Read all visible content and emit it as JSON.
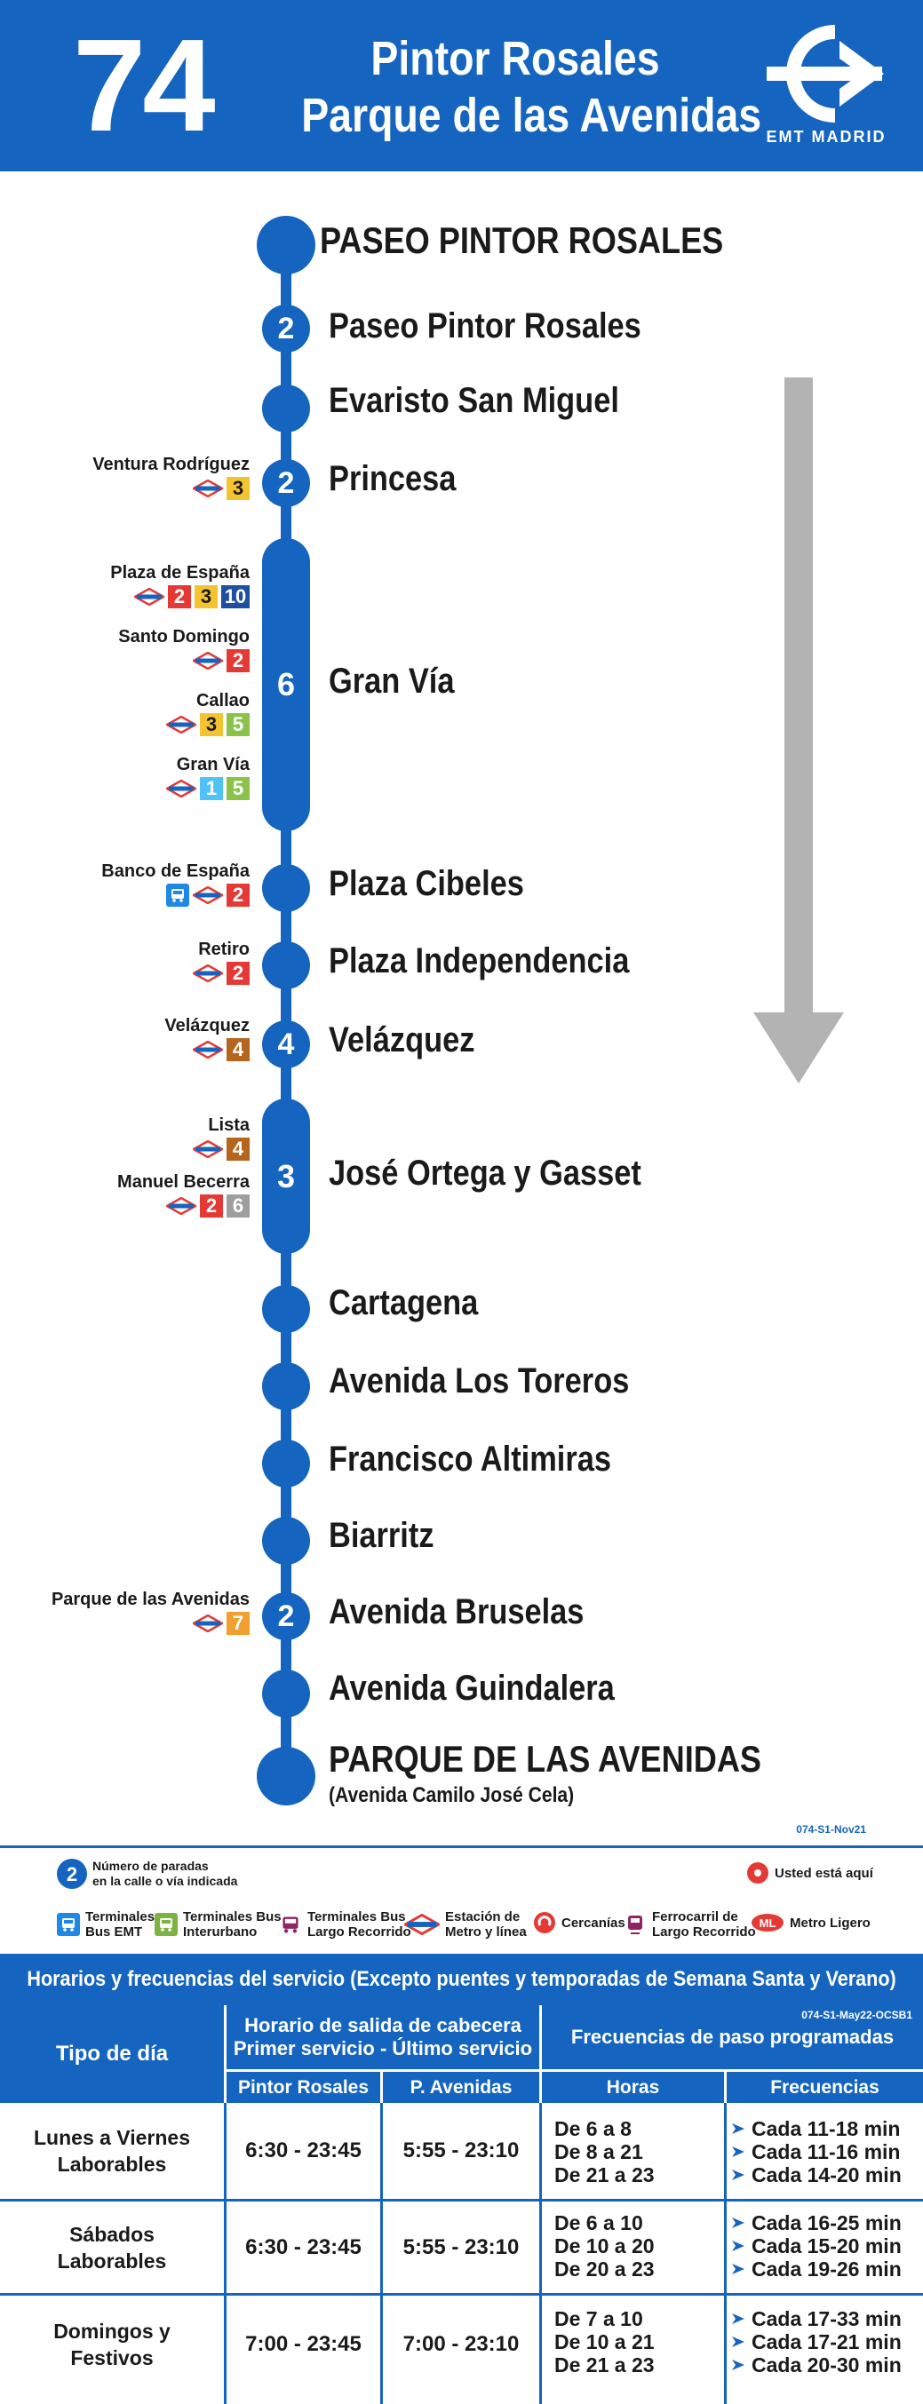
{
  "header": {
    "number": "74",
    "title_line1": "Pintor Rosales",
    "title_line2": "Parque de las Avenidas",
    "logo_text": "EMT MADRID"
  },
  "colors": {
    "brand_blue": "#1565c0",
    "arrow_gray": "#b3b3b3",
    "line1": "#e53935",
    "line2": "#e53935",
    "line3": "#f4c430",
    "line4": "#b5651d",
    "line5": "#8bc34a",
    "line6": "#9e9e9e",
    "line7": "#f0a030",
    "line10": "#1e4fa0",
    "line1_cyan": "#4fc3f7"
  },
  "route": {
    "start": "PASEO PINTOR ROSALES",
    "stops": [
      {
        "name": "Paseo Pintor Rosales",
        "count": "2"
      },
      {
        "name": "Evaristo San Miguel",
        "count": ""
      },
      {
        "name": "Princesa",
        "count": "2"
      },
      {
        "name": "Gran Vía",
        "count": "6"
      },
      {
        "name": "Plaza Cibeles",
        "count": ""
      },
      {
        "name": "Plaza Independencia",
        "count": ""
      },
      {
        "name": "Velázquez",
        "count": "4"
      },
      {
        "name": "José Ortega y Gasset",
        "count": "3"
      },
      {
        "name": "Cartagena",
        "count": ""
      },
      {
        "name": "Avenida Los Toreros",
        "count": ""
      },
      {
        "name": "Francisco Altimiras",
        "count": ""
      },
      {
        "name": "Biarritz",
        "count": ""
      },
      {
        "name": "Avenida Bruselas",
        "count": "2"
      },
      {
        "name": "Avenida Guindalera",
        "count": ""
      }
    ],
    "end": "PARQUE DE LAS AVENIDAS",
    "end_sub": "(Avenida Camilo José Cela)"
  },
  "connections": {
    "ventura": {
      "name": "Ventura Rodríguez",
      "lines": [
        "3"
      ]
    },
    "plaza_espana": {
      "name": "Plaza de España",
      "lines": [
        "2",
        "3",
        "10"
      ]
    },
    "santo_domingo": {
      "name": "Santo Domingo",
      "lines": [
        "2"
      ]
    },
    "callao": {
      "name": "Callao",
      "lines": [
        "3",
        "5"
      ]
    },
    "gran_via": {
      "name": "Gran Vía",
      "lines": [
        "1",
        "5"
      ]
    },
    "banco": {
      "name": "Banco de España",
      "lines": [
        "2"
      ]
    },
    "retiro": {
      "name": "Retiro",
      "lines": [
        "2"
      ]
    },
    "velazquez": {
      "name": "Velázquez",
      "lines": [
        "4"
      ]
    },
    "lista": {
      "name": "Lista",
      "lines": [
        "4"
      ]
    },
    "manuel_becerra": {
      "name": "Manuel Becerra",
      "lines": [
        "2",
        "6"
      ]
    },
    "parque_avenidas": {
      "name": "Parque de las Avenidas",
      "lines": [
        "7"
      ]
    }
  },
  "route_code": "074-S1-Nov21",
  "legend": {
    "stops_count_badge": "2",
    "stops_count": "Número de paradas\nen la calle o vía indicada",
    "you_are_here": "Usted está aquí",
    "bus_emt": "Terminales\nBus EMT",
    "interurbano": "Terminales Bus\nInterurbano",
    "largo": "Terminales Bus\nLargo Recorrido",
    "metro": "Estación de\nMetro y línea",
    "cercanias": "Cercanías",
    "ferrocarril": "Ferrocarril de\nLargo Recorrido",
    "metro_ligero": "Metro Ligero"
  },
  "table": {
    "title": "Horarios y frecuencias del servicio (Excepto puentes y temporadas de Semana Santa y Verano)",
    "code": "074-S1-May22-OCSB1",
    "col_day": "Tipo de día",
    "col_departure_1": "Horario de salida de cabecera",
    "col_departure_2": "Primer servicio - Último servicio",
    "col_freq": "Frecuencias de paso programadas",
    "sub_pintor": "Pintor Rosales",
    "sub_pavenidas": "P. Avenidas",
    "sub_horas": "Horas",
    "sub_freqs": "Frecuencias",
    "rows": [
      {
        "day_1": "Lunes a Viernes",
        "day_2": "Laborables",
        "pintor": "6:30 - 23:45",
        "pavenidas": "5:55 - 23:10",
        "hours": [
          "De 6 a 8",
          "De 8 a 21",
          "De 21 a 23"
        ],
        "freqs": [
          "Cada 11-18 min",
          "Cada 11-16 min",
          "Cada 14-20 min"
        ]
      },
      {
        "day_1": "Sábados",
        "day_2": "Laborables",
        "pintor": "6:30 - 23:45",
        "pavenidas": "5:55 - 23:10",
        "hours": [
          "De 6 a 10",
          "De 10 a 20",
          "De 20 a 23"
        ],
        "freqs": [
          "Cada 16-25 min",
          "Cada 15-20 min",
          "Cada 19-26 min"
        ]
      },
      {
        "day_1": "Domingos y",
        "day_2": "Festivos",
        "pintor": "7:00 - 23:45",
        "pavenidas": "7:00 - 23:10",
        "hours": [
          "De 7 a 10",
          "De 10 a 21",
          "De 21 a 23"
        ],
        "freqs": [
          "Cada 17-33 min",
          "Cada 17-21 min",
          "Cada 20-30 min"
        ]
      }
    ]
  }
}
